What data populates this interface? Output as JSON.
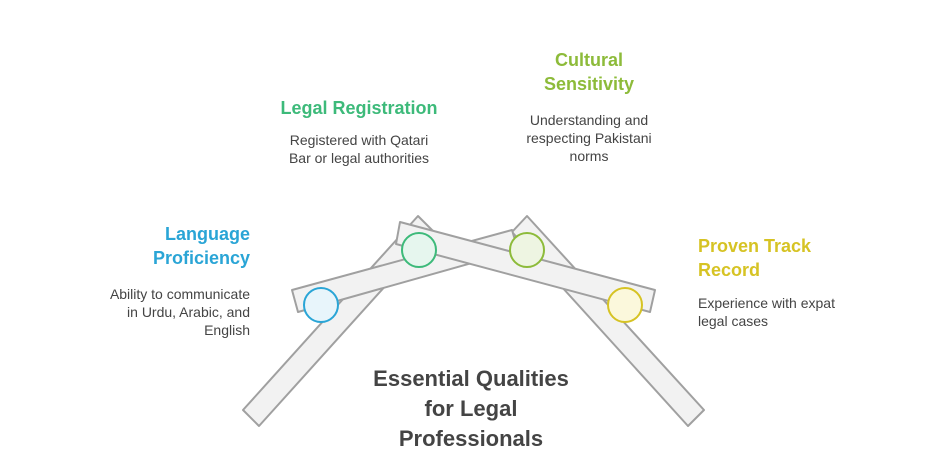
{
  "diagram": {
    "title": "Essential Qualities\nfor Legal\nProfessionals",
    "colors": {
      "blue": "#2aa5d6",
      "green": "#3dba7a",
      "olive": "#8dbb3a",
      "yellow": "#d6c324",
      "bar_fill": "#f2f2f2",
      "bar_stroke": "#a0a0a0",
      "text": "#444444"
    },
    "qualities": [
      {
        "heading": "Language\nProficiency",
        "description": "Ability to communicate\nin Urdu, Arabic, and\nEnglish",
        "color": "#2aa5d6"
      },
      {
        "heading": "Legal Registration",
        "description": "Registered with Qatari\nBar or legal authorities",
        "color": "#3dba7a"
      },
      {
        "heading": "Cultural\nSensitivity",
        "description": "Understanding and\nrespecting Pakistani\nnorms",
        "color": "#8dbb3a"
      },
      {
        "heading": "Proven Track\nRecord",
        "description": "Experience with expat\nlegal cases",
        "color": "#d6c324"
      }
    ]
  }
}
